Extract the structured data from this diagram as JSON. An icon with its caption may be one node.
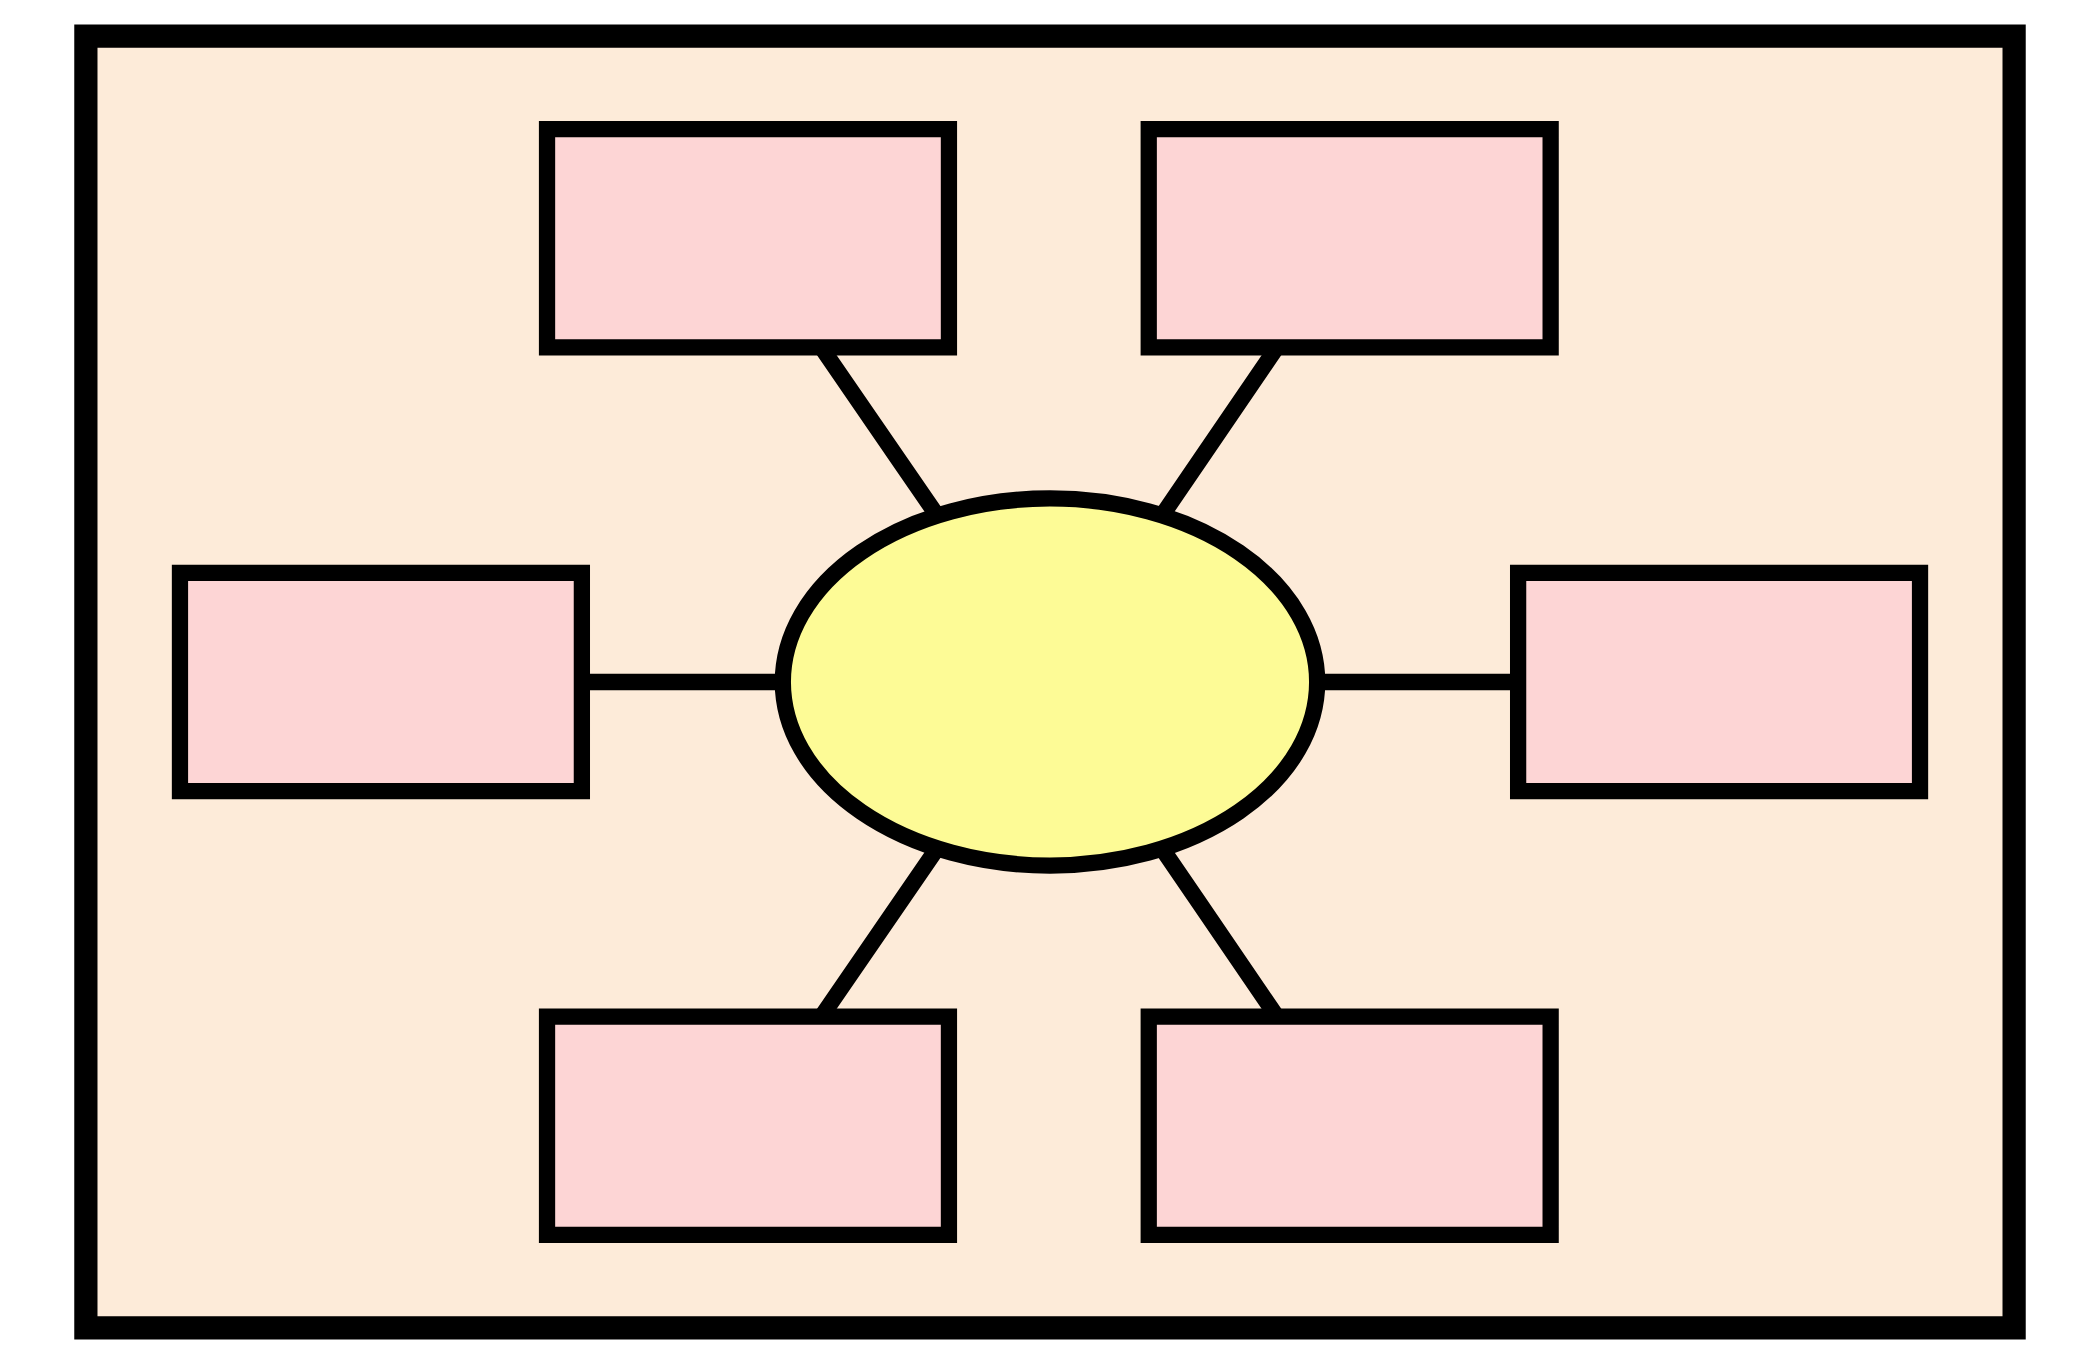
{
  "diagram": {
    "nodes": [
      {
        "text": [],
        "shape": "box"
      },
      {
        "text": [],
        "shape": "box",
        "in": 0
      },
      {
        "text": [],
        "shape": "box",
        "in": 0
      },
      {
        "text": [],
        "shape": "box",
        "in": 0
      },
      {
        "text": [],
        "shape": "ellipse",
        "in": 0
      },
      {
        "text": [],
        "shape": "box",
        "in": 0
      },
      {
        "text": [],
        "shape": "box",
        "in": 0
      },
      {
        "text": [],
        "shape": "box",
        "in": 0
      }
    ],
    "edges": [
      {
        "from": 1,
        "to": 4,
        "arrow": "none"
      },
      {
        "from": 2,
        "to": 4,
        "arrow": "none"
      },
      {
        "from": 3,
        "to": 4,
        "arrow": "none"
      },
      {
        "from": 4,
        "to": 5,
        "arrow": "none"
      },
      {
        "from": 4,
        "to": 6,
        "arrow": "none"
      },
      {
        "from": 4,
        "to": 7,
        "arrow": "none"
      }
    ]
  }
}
